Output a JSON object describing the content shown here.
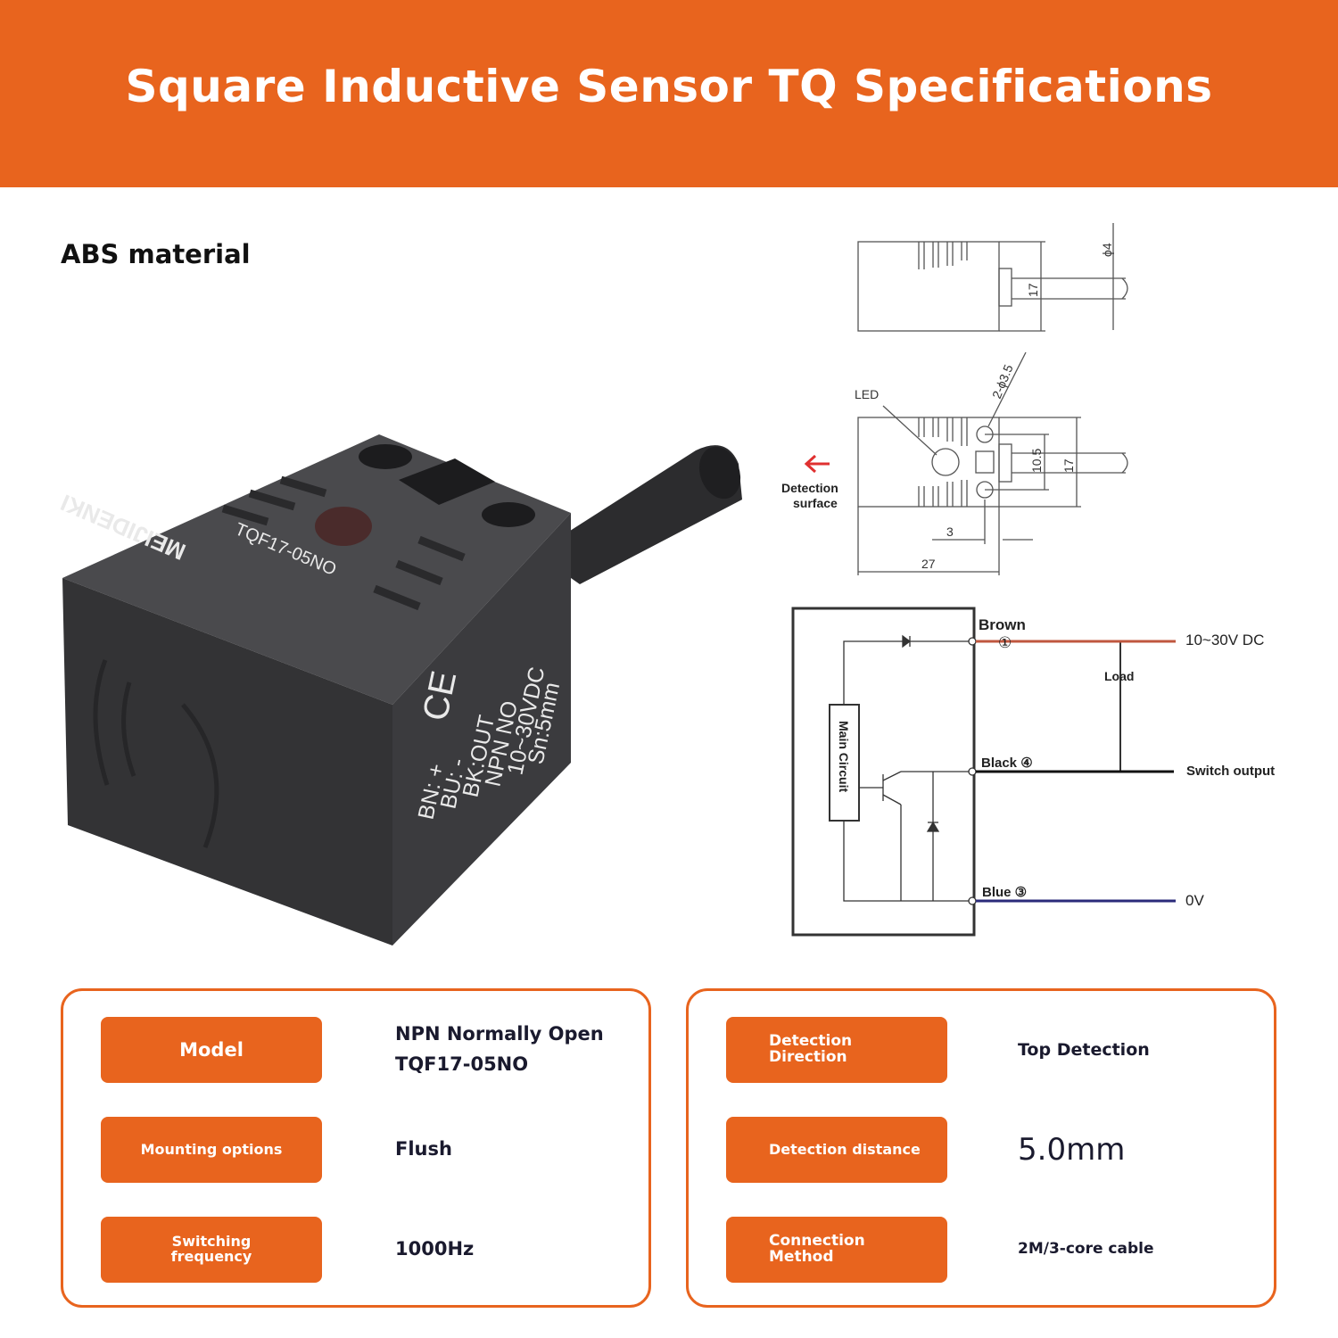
{
  "header": {
    "title": "Square Inductive Sensor TQ Specifications"
  },
  "material": "ABS material",
  "product": {
    "brand": "MEIJIDENKI",
    "model_print": "TQF17-05NO",
    "label_lines": [
      "BN: +",
      "BU: -",
      "BK:OUT",
      "NPN NO",
      "10~30VDC",
      "Sn:5mm"
    ],
    "ce_mark": "CE"
  },
  "dimensions": {
    "diameter": "ϕ4",
    "height_top": "17",
    "holes": "2-ϕ3.5",
    "led": "LED",
    "detection_surface_line1": "Detection",
    "detection_surface_line2": "surface",
    "pitch": "10.5",
    "height_front": "17",
    "offset": "3",
    "length": "27"
  },
  "circuit": {
    "main_circuit": "Main Circuit",
    "brown": "Brown",
    "brown_num": "①",
    "black": "Black ④",
    "blue": "Blue ③",
    "supply": "10~30V DC",
    "load": "Load",
    "switch_output": "Switch output",
    "zero_v": "0V",
    "colors": {
      "brown": "#c0573f",
      "black": "#111111",
      "blue": "#2a2a7a"
    }
  },
  "specs_left": [
    {
      "label": "Model",
      "value_lines": [
        "NPN Normally Open",
        "TQF17-05NO"
      ]
    },
    {
      "label": "Mounting options",
      "value_lines": [
        "Flush"
      ]
    },
    {
      "label_lines": [
        "Switching",
        "frequency"
      ],
      "value_lines": [
        "1000Hz"
      ]
    }
  ],
  "specs_right": [
    {
      "label_lines": [
        "Detection",
        "Direction"
      ],
      "value_lines": [
        "Top Detection"
      ]
    },
    {
      "label": "Detection distance",
      "value_lines": [
        "5.0mm"
      ]
    },
    {
      "label_lines": [
        "Connection",
        "Method"
      ],
      "value_lines": [
        "2M/3-core cable"
      ]
    }
  ],
  "colors": {
    "accent": "#e8641e",
    "sensor_body": "#3a3a3c",
    "text_dark": "#1a1a2e"
  }
}
